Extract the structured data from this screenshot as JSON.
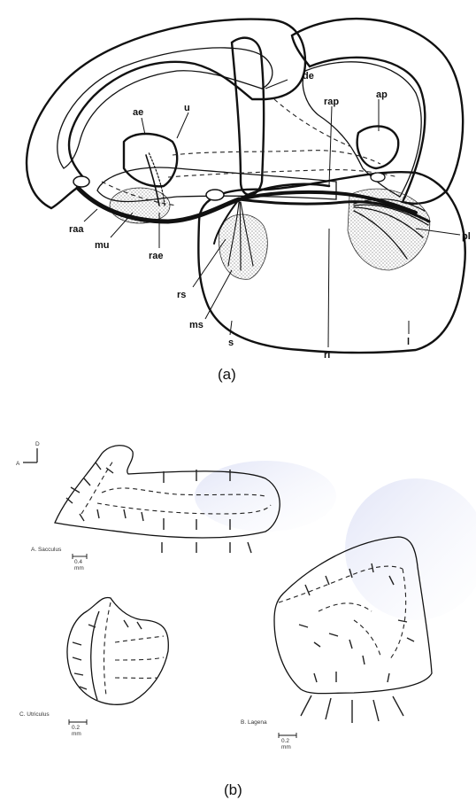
{
  "panel_a": {
    "caption": "(a)",
    "labels": {
      "de": "de",
      "rap": "rap",
      "ap": "ap",
      "ae": "ae",
      "u": "u",
      "raa": "raa",
      "mu": "mu",
      "rae": "rae",
      "rs": "rs",
      "ms": "ms",
      "s": "s",
      "rl": "rl",
      "l": "l",
      "pl": "pl"
    }
  },
  "panel_b": {
    "caption": "(b)",
    "orientation": {
      "dorsal": "D",
      "anterior": "A"
    },
    "sacculus": {
      "label": "A. Sacculus",
      "scale_value": "0.4",
      "scale_unit": "mm"
    },
    "utriculus": {
      "label": "C. Utriculus",
      "scale_value": "0.2",
      "scale_unit": "mm"
    },
    "lagena": {
      "label": "B. Lagena",
      "scale_value": "0.2",
      "scale_unit": "mm"
    }
  }
}
